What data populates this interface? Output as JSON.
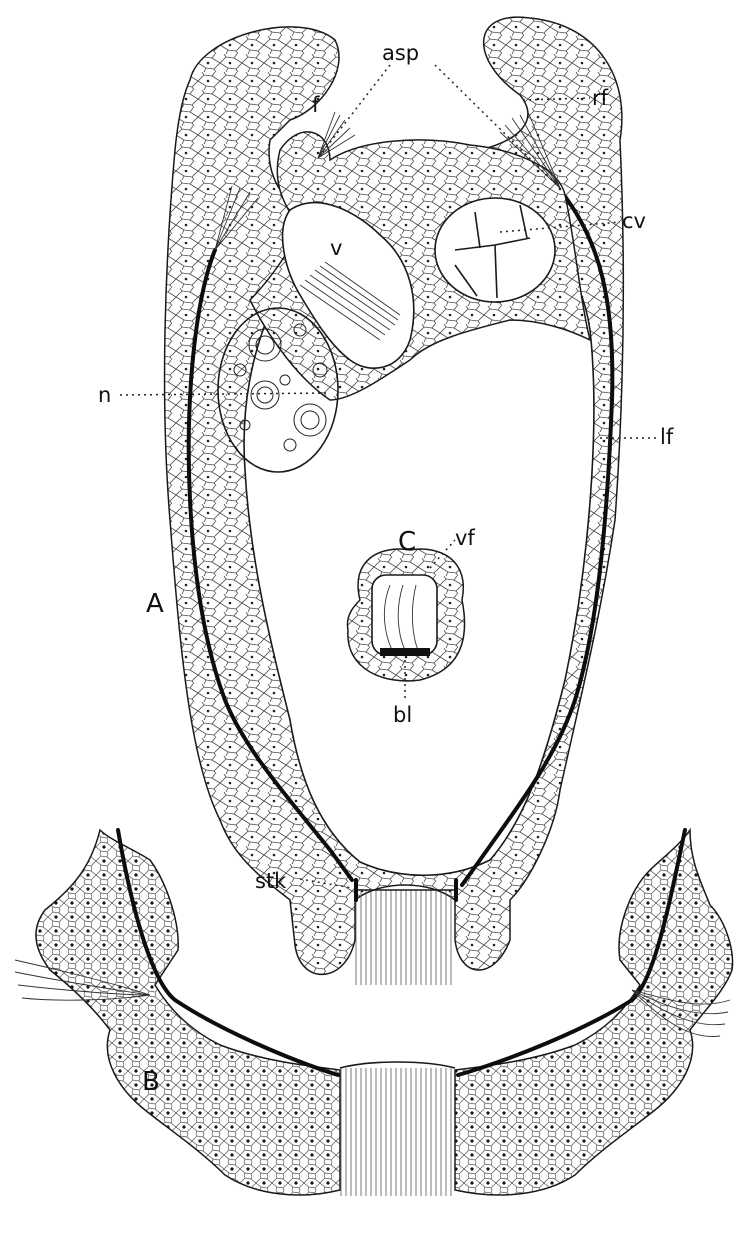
{
  "figure": {
    "panel_labels": {
      "a": "A",
      "b": "B",
      "c": "C"
    },
    "labels": {
      "asp": "asp",
      "f": "f",
      "rf": "rf",
      "v": "v",
      "cv": "cv",
      "n": "n",
      "lf": "lf",
      "vf": "vf",
      "bl": "bl",
      "stk": "stk"
    }
  }
}
